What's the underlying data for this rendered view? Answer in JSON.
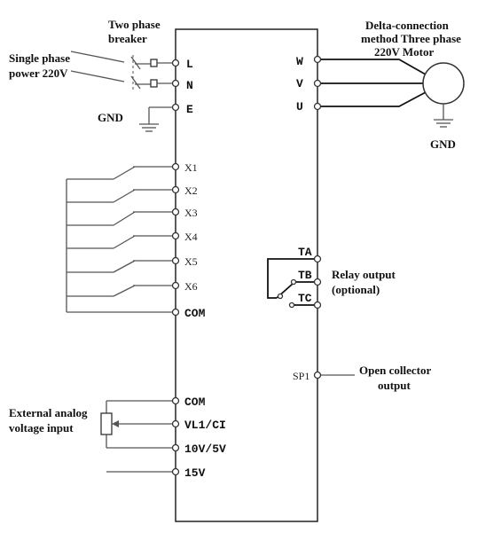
{
  "labels": {
    "breaker": [
      "Two phase",
      "breaker"
    ],
    "supply": [
      "Single phase",
      "power 220V"
    ],
    "gnd_left": "GND",
    "motor": [
      "Delta-connection",
      "method Three phase",
      "220V Motor"
    ],
    "gnd_right": "GND",
    "relay": [
      "Relay output",
      "(optional)"
    ],
    "open_collector": [
      "Open collector",
      "output"
    ],
    "analog": [
      "External analog",
      "voltage input"
    ]
  },
  "terminals": {
    "L": "L",
    "N": "N",
    "E": "E",
    "W": "W",
    "V": "V",
    "U": "U",
    "X1": "X1",
    "X2": "X2",
    "X3": "X3",
    "X4": "X4",
    "X5": "X5",
    "X6": "X6",
    "COM1": "COM",
    "TA": "TA",
    "TB": "TB",
    "TC": "TC",
    "SP1": "SP1",
    "COM2": "COM",
    "VL1": "VL1/CI",
    "V10": "10V/5V",
    "V15": "15V"
  },
  "colors": {
    "line": "#555555",
    "text": "#111111"
  }
}
